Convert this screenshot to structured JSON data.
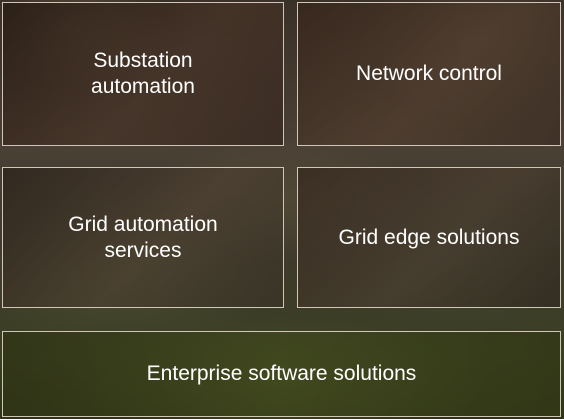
{
  "tiles": [
    {
      "label": "Substation\nautomation"
    },
    {
      "label": "Network control"
    },
    {
      "label": "Grid automation\nservices"
    },
    {
      "label": "Grid edge solutions"
    },
    {
      "label": "Enterprise software solutions"
    }
  ]
}
